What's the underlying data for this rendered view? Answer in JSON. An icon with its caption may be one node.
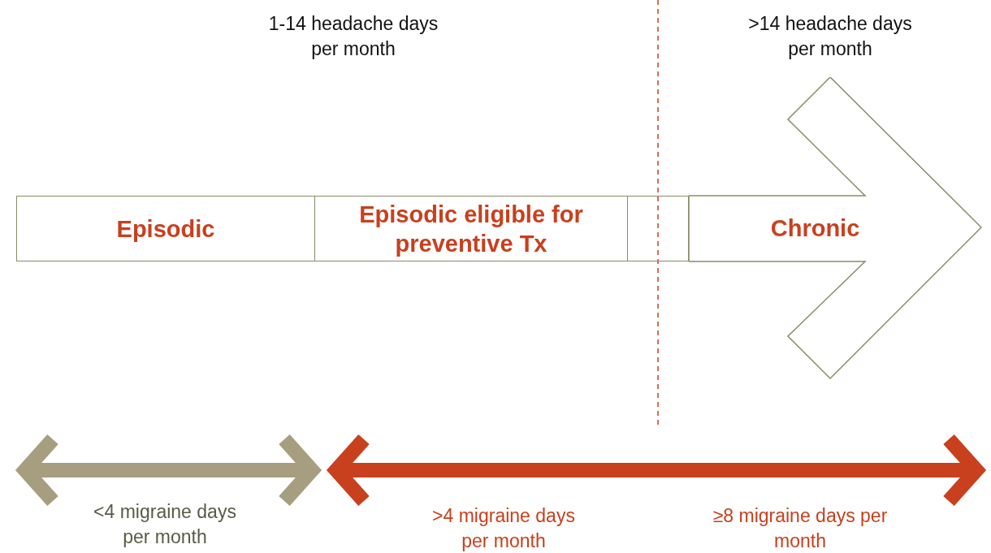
{
  "diagram": {
    "nodes": [
      {
        "text": [
          "Episodic"
        ]
      },
      {
        "text": [
          "Episodic eligible for preventive Tx"
        ]
      },
      {
        "text": [],
        "shape": "box"
      },
      {
        "text": [
          "Chronic"
        ]
      }
    ],
    "labels": [
      "1-14 headache days per month",
      ">14 headache days per month",
      "<4 migraine days per month",
      ">4 migraine days per month",
      "≥8 migraine days per month"
    ]
  }
}
